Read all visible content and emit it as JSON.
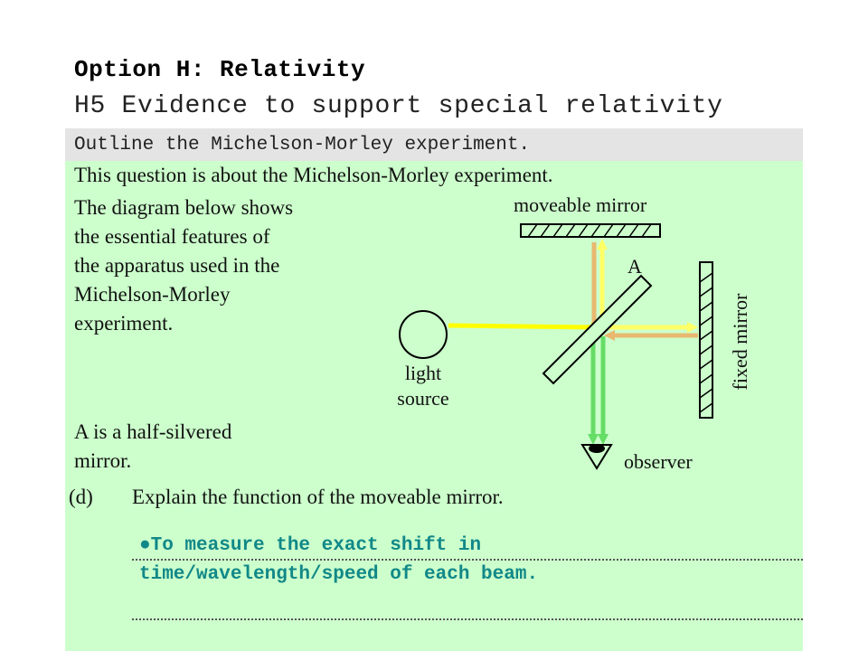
{
  "header": {
    "title": "Option H: Relativity",
    "subtitle": "H5 Evidence to support special relativity"
  },
  "outline": {
    "text": "Outline the Michelson-Morley experiment."
  },
  "question": {
    "intro": "This question is about the Michelson-Morley experiment.",
    "desc_lines": [
      "The diagram below shows",
      "the essential features of",
      "the apparatus used in the",
      "Michelson-Morley",
      "experiment."
    ],
    "note_lines": [
      "A is a half-silvered",
      "mirror."
    ],
    "part_label": "(d)",
    "part_text": "Explain the function of the moveable mirror."
  },
  "diagram": {
    "labels": {
      "moveable_mirror": "moveable mirror",
      "mirror_a": "A",
      "fixed_mirror": "fixed mirror",
      "light": "light",
      "source": "source",
      "observer": "observer"
    },
    "colors": {
      "background": "#ccffcc",
      "beam_yellow": "#ffff00",
      "beam_light_yellow": "#ffff66",
      "beam_orange": "#e8b870",
      "beam_green": "#66dd66"
    }
  },
  "answer": {
    "bullet": "●",
    "line1": "To measure the exact shift in",
    "line2": "time/wavelength/speed of each beam."
  }
}
